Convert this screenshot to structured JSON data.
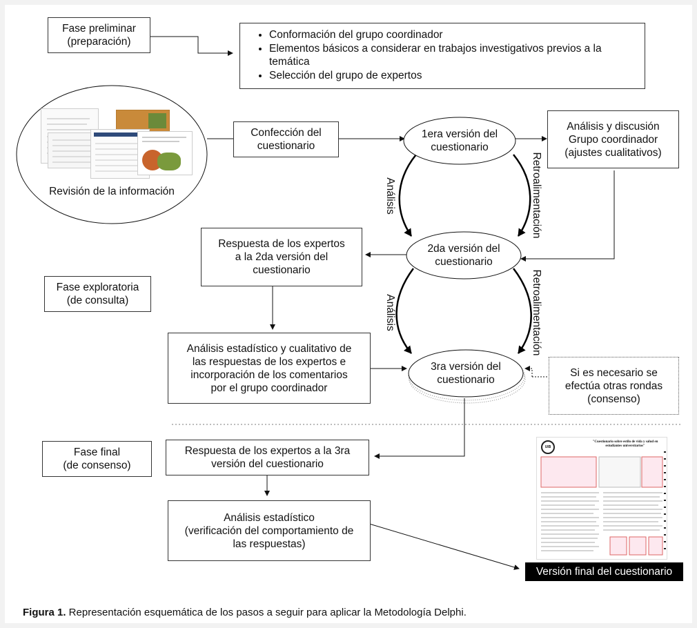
{
  "boxes": {
    "fase_preliminar": "Fase preliminar\n(preparación)",
    "confeccion": "Confección del\ncuestionario",
    "analisis_discusion": "Análisis y discusión\nGrupo coordinador\n(ajustes cualitativos)",
    "respuesta_2da": "Respuesta de los expertos\na la 2da versión del\ncuestionario",
    "fase_exploratoria": "Fase exploratoria\n(de consulta)",
    "analisis_estadistico_cualitativo": "Análisis estadístico y cualitativo de\nlas respuestas de los expertos e\nincorporación de los comentarios\npor el grupo coordinador",
    "si_es_necesario": "Si es necesario se\nefectúa otras rondas\n(consenso)",
    "fase_final": "Fase final\n(de consenso)",
    "respuesta_3ra": "Respuesta de los expertos a la 3ra\nversión del cuestionario",
    "analisis_estadistico": "Análisis estadístico\n(verificación del comportamiento de\nlas respuestas)",
    "version_final": "Versión final del cuestionario"
  },
  "bullets": [
    "Conformación del grupo coordinador",
    "Elementos básicos a considerar en trabajos investigativos previos a la temática",
    "Selección del grupo de expertos"
  ],
  "ellipses": {
    "v1": "1era versión del\ncuestionario",
    "v2": "2da versión del\ncuestionario",
    "v3": "3ra versión del\ncuestionario",
    "revision": "Revisión de la información"
  },
  "side_labels": {
    "analisis": "Análisis",
    "retroalimentacion": "Retroalimentación"
  },
  "caption": {
    "bold": "Figura 1.",
    "text": " Representación esquemática de los pasos a seguir para aplicar la Metodología Delphi."
  },
  "document_thumbnail": {
    "title": "\"Cuestionario sobre estilo de vida y salud en estudiantes universitarios\"",
    "logo": "UIB"
  }
}
